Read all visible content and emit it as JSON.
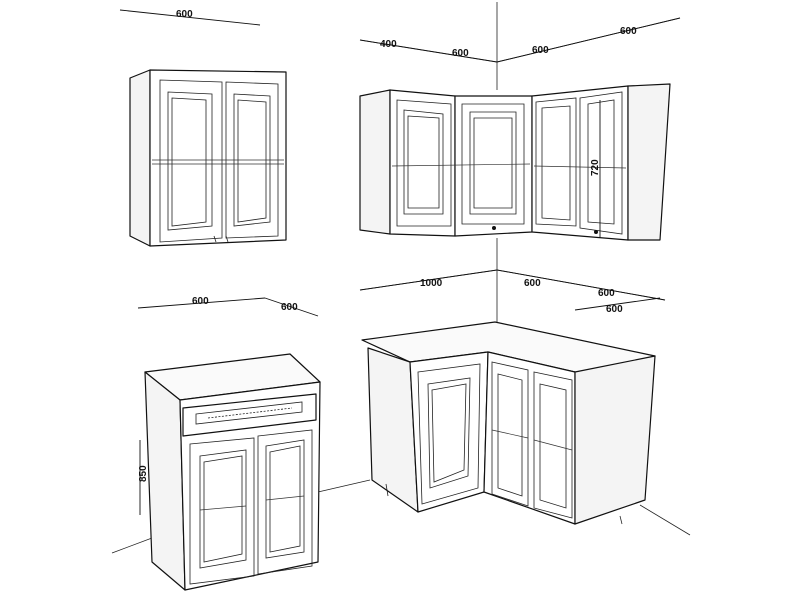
{
  "dimensions": {
    "upper_left_width": "600",
    "upper_corner_left_depth": "400",
    "upper_corner_left_width": "600",
    "upper_corner_right_width": "600",
    "upper_corner_right_depth": "600",
    "upper_height": "720",
    "lower_left_width": "600",
    "lower_left_depth": "600",
    "lower_corner_left_width": "1000",
    "lower_corner_right_width": "600",
    "lower_corner_right_depth_a": "600",
    "lower_corner_right_depth_b": "600",
    "lower_height": "850"
  }
}
